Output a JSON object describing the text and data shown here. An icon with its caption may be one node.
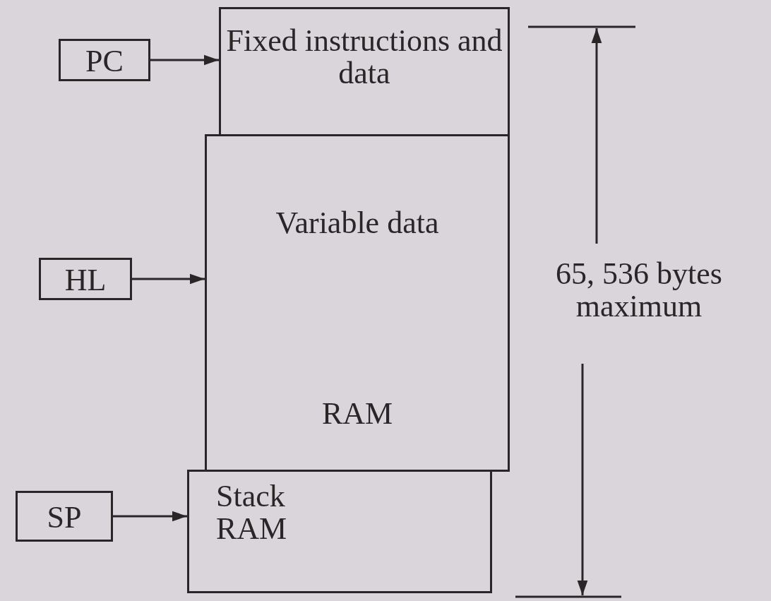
{
  "diagram": {
    "nodes": [
      {
        "text": [
          "PC"
        ]
      },
      {
        "text": [
          "Fixed instructions and data"
        ]
      },
      {
        "text": [
          "HL"
        ]
      },
      {
        "text": [
          "Variable data",
          "RAM"
        ]
      },
      {
        "text": [
          "SP"
        ]
      },
      {
        "text": [
          "Stack RAM"
        ]
      }
    ],
    "edges": [
      {
        "from": 0,
        "to": 1,
        "arrow": "to"
      },
      {
        "from": 2,
        "to": 3,
        "arrow": "to"
      },
      {
        "from": 4,
        "to": 5,
        "arrow": "to"
      }
    ],
    "labels": [
      "65, 536 bytes maximum"
    ]
  }
}
